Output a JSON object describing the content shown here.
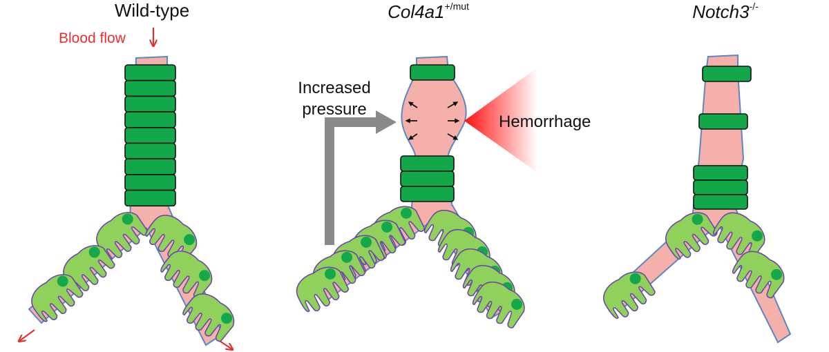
{
  "panels": [
    {
      "title": "Wild-type",
      "italic": false,
      "superscript": ""
    },
    {
      "title": "Col4a1",
      "italic": true,
      "superscript": "+/mut"
    },
    {
      "title": "Notch3",
      "italic": true,
      "superscript": "-/-"
    }
  ],
  "labels": {
    "blood_flow": "Blood flow",
    "increased": "Increased",
    "pressure": "pressure",
    "hemorrhage": "Hemorrhage"
  },
  "colors": {
    "vessel": "#f6b0ab",
    "vessel_outline": "#5a86c4",
    "smooth_muscle": "#12a84a",
    "pericyte": "#8fd15a",
    "pericyte_nucleus": "#14a84a",
    "pericyte_outline": "#6a48a8",
    "blood_flow": "#e53030",
    "pressure_arrow": "#8a8a8a",
    "hemorrhage": "#ff1010"
  }
}
